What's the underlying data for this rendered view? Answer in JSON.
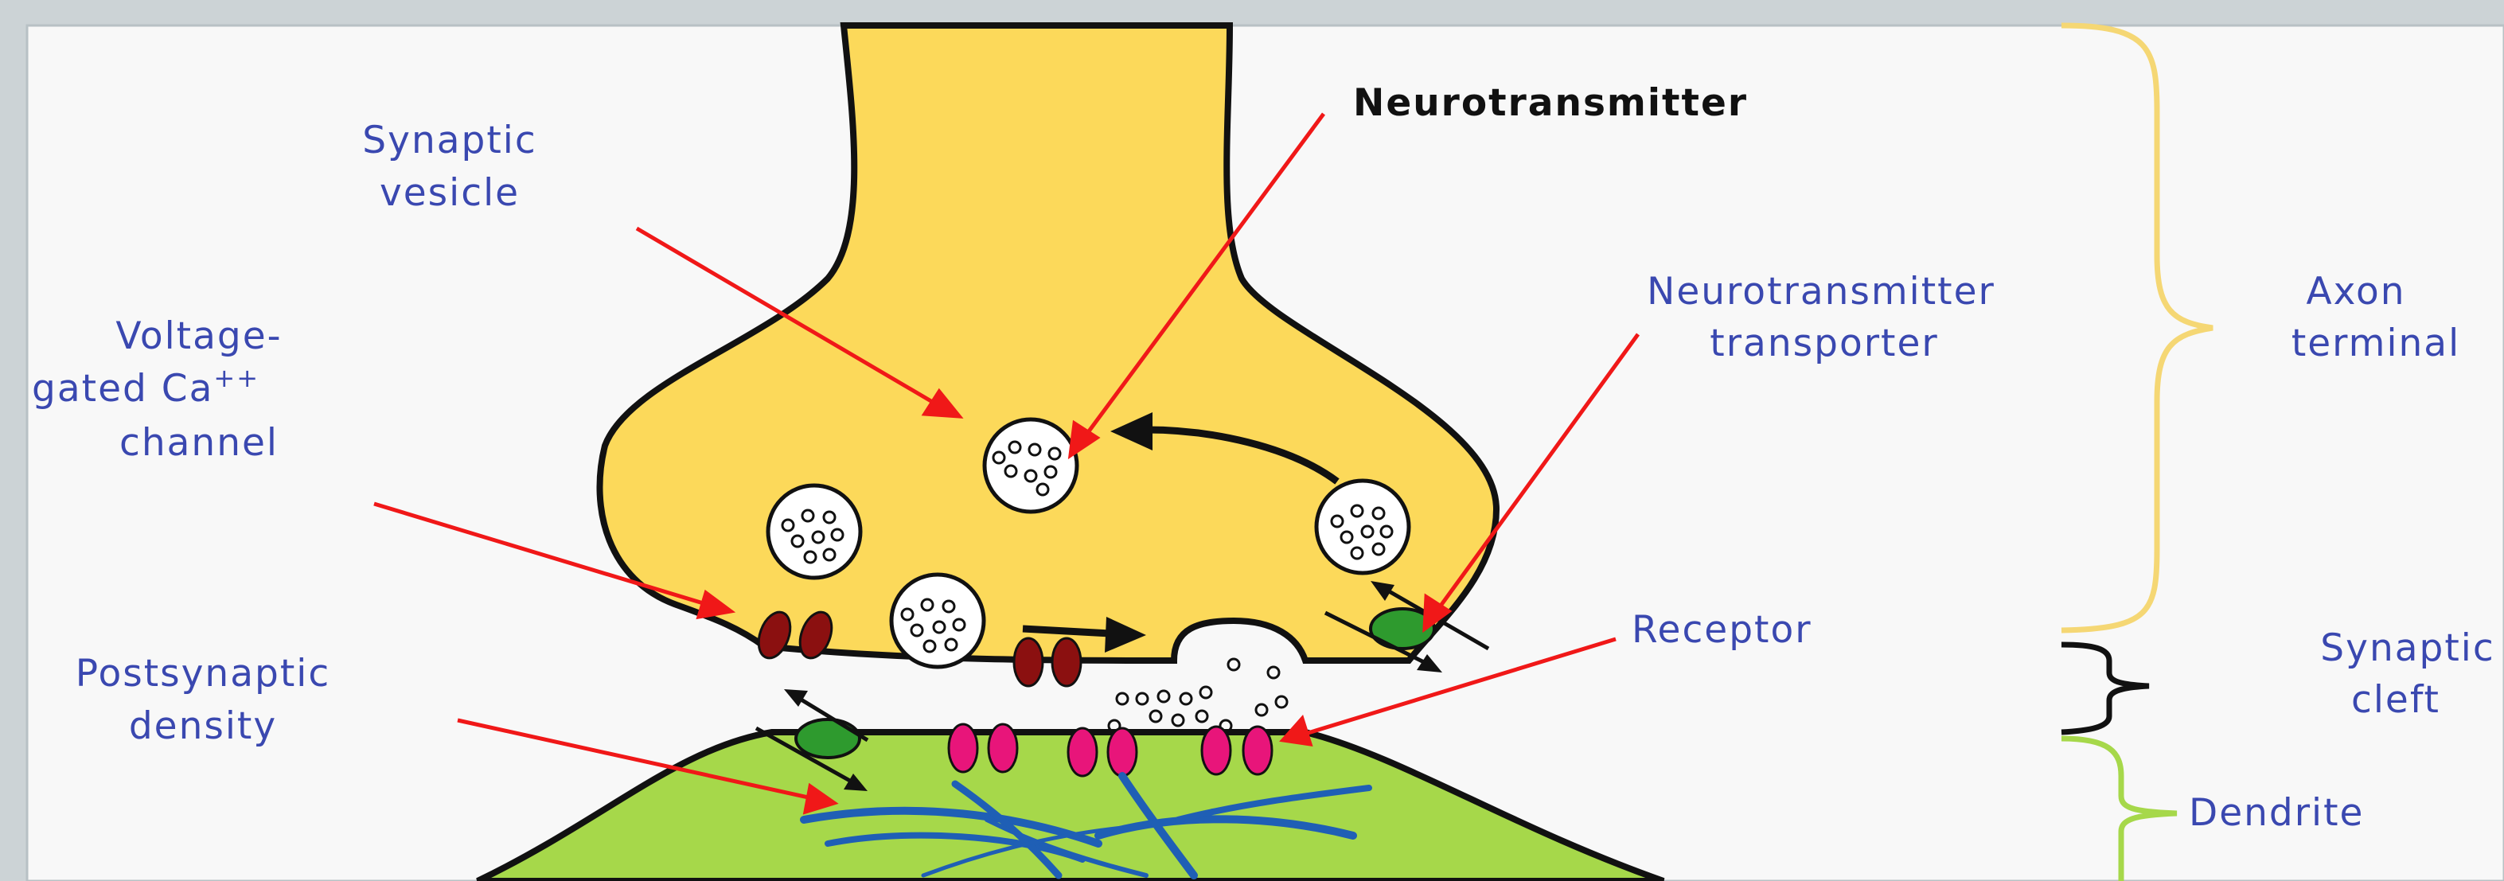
{
  "labels": {
    "neurotransmitter": "Neurotransmitter",
    "synaptic_vesicle_1": "Synaptic",
    "synaptic_vesicle_2": "vesicle",
    "vgcc_1": "Voltage-",
    "vgcc_2": "gated Ca",
    "vgcc_2_sup": "++",
    "vgcc_3": "channel",
    "transporter_1": "Neurotransmitter",
    "transporter_2": "transporter",
    "axon_1": "Axon",
    "axon_2": "terminal",
    "receptor": "Receptor",
    "psd_1": "Postsynaptic",
    "psd_2": "density",
    "cleft_1": "Synaptic",
    "cleft_2": "cleft",
    "dendrite": "Dendrite"
  },
  "colors": {
    "axon_fill": "#fcd95a",
    "dendrite_fill": "#a6d84a",
    "label_blue": "#3a48b0",
    "pointer_red": "#f01818",
    "brace_yellow": "#f5d774",
    "brace_green": "#a6d84a",
    "channel_darkred": "#8b1010",
    "receptor_magenta": "#e8157a",
    "transporter_green": "#2e9a2e",
    "psd_blue": "#1f5fb5"
  }
}
